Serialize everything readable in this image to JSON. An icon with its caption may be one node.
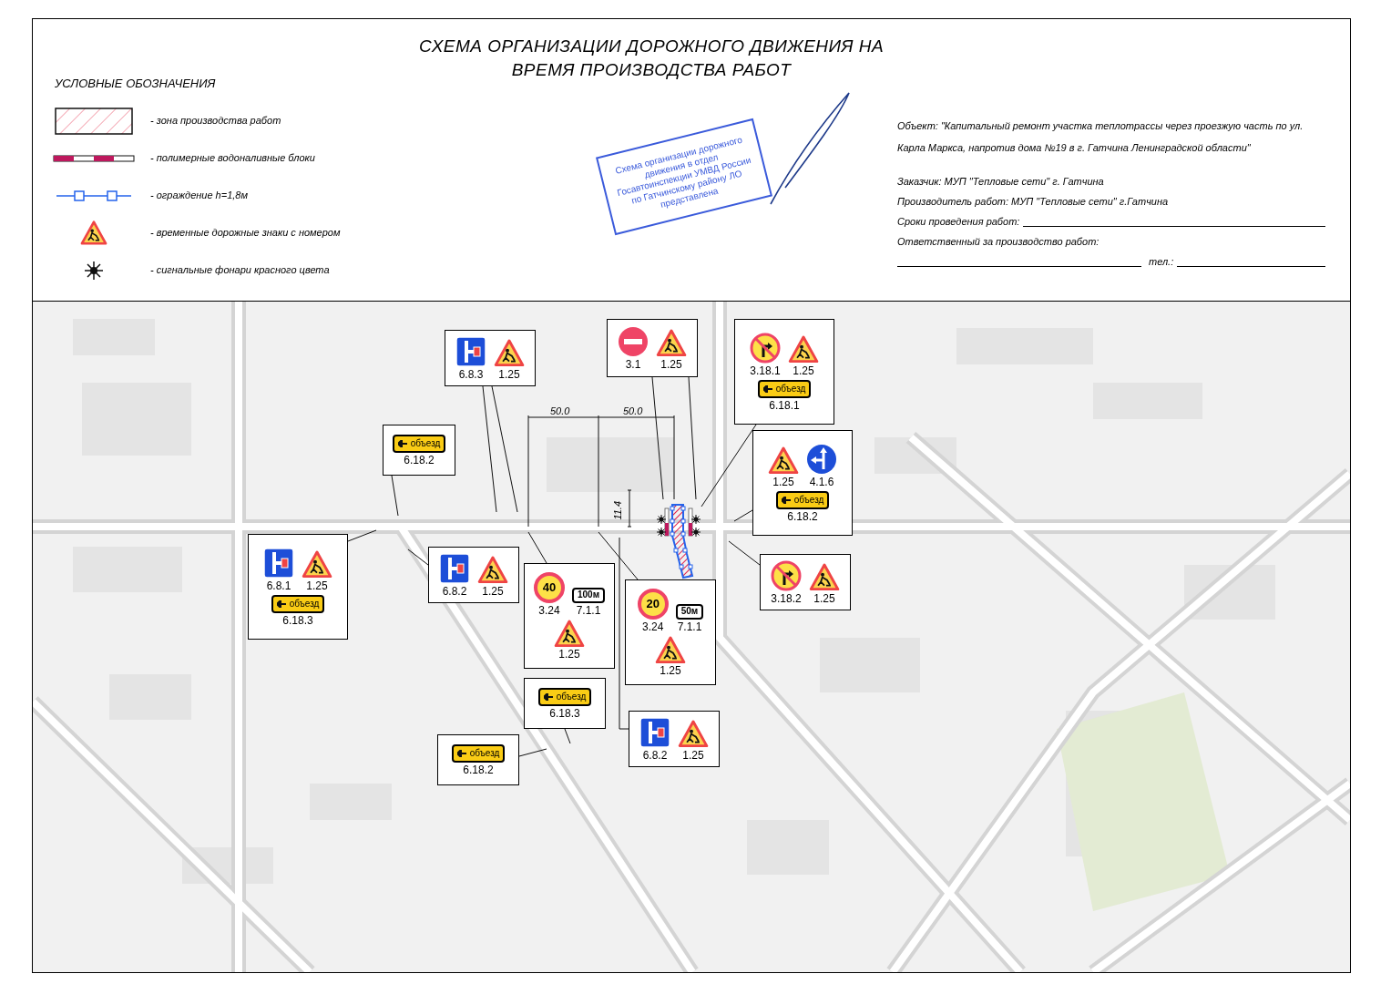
{
  "diagram": {
    "title": "СХЕМА ОРГАНИЗАЦИИ ДОРОЖНОГО ДВИЖЕНИЯ НА ВРЕМЯ ПРОИЗВОДСТВА РАБОТ",
    "nodes": [
      {
        "text": [
          "6.8.3",
          "1.25"
        ]
      },
      {
        "text": [
          "объезд",
          "6.18.2"
        ]
      },
      {
        "text": [
          "6.8.1",
          "1.25",
          "объезд",
          "6.18.3"
        ]
      },
      {
        "text": [
          "6.8.2",
          "1.25"
        ]
      },
      {
        "text": [
          "40",
          "3.24",
          "100м",
          "7.1.1",
          "1.25"
        ]
      },
      {
        "text": [
          "3.1",
          "1.25"
        ]
      },
      {
        "text": [
          "3.18.1",
          "1.25",
          "объезд",
          "6.18.1"
        ]
      },
      {
        "text": [
          "1.25",
          "4.1.6",
          "объезд",
          "6.18.2"
        ]
      },
      {
        "text": [
          "20",
          "3.24",
          "50м",
          "7.1.1",
          "1.25"
        ]
      },
      {
        "text": [
          "3.18.2",
          "1.25"
        ]
      },
      {
        "text": [
          "объезд",
          "6.18.3"
        ]
      },
      {
        "text": [
          "объезд",
          "6.18.2"
        ]
      },
      {
        "text": [
          "6.8.2",
          "1.25"
        ]
      },
      {
        "text": [],
        "shape": "picture"
      }
    ],
    "edges": [
      {
        "from": 0,
        "to": null,
        "arrow": "none"
      },
      {
        "from": 0,
        "to": null,
        "arrow": "none"
      },
      {
        "from": 1,
        "to": null,
        "arrow": "none"
      },
      {
        "from": 2,
        "to": null,
        "arrow": "none"
      },
      {
        "from": 3,
        "to": null,
        "arrow": "none"
      },
      {
        "from": 4,
        "to": null,
        "arrow": "none"
      },
      {
        "from": 8,
        "to": null,
        "arrow": "none"
      },
      {
        "from": 12,
        "to": null,
        "arrow": "none"
      },
      {
        "from": 5,
        "to": 13,
        "arrow": "none"
      },
      {
        "from": 5,
        "to": 13,
        "arrow": "none"
      },
      {
        "from": 6,
        "to": 13,
        "arrow": "none"
      },
      {
        "from": 7,
        "to": null,
        "arrow": "none"
      },
      {
        "from": 9,
        "to": null,
        "arrow": "none"
      },
      {
        "from": 10,
        "to": null,
        "arrow": "none"
      },
      {
        "from": 11,
        "to": null,
        "arrow": "none"
      }
    ],
    "labels": [
      "УСЛОВНЫЕ ОБОЗНАЧЕНИЯ",
      "Схема организации дорожного движения в отдел Госавтоинспекции УМВД России по Гатчинскому району ЛО представлена",
      "Объект: \"Капитальный ремонт участка теплотрассы через проезжую часть по ул. Карла Маркса, напротив дома №19 в г. Гатчина Ленинградской области\"",
      "Заказчик: МУП \"Тепловые сети\" г. Гатчина",
      "Производитель работ: МУП \"Тепловые сети\" г.Гатчина",
      "Сроки проведения работ:",
      "Ответственный за производство работ:",
      "тел.:",
      "50.0",
      "50.0",
      "11.4"
    ],
    "legend": [
      {
        "text": "- зона производства работ"
      },
      {
        "text": "- полимерные водоналивные блоки"
      },
      {
        "text": "- ограждение h=1,8м"
      },
      {
        "text": "- временные дорожные знаки с номером"
      },
      {
        "text": "- сигнальные фонари красного цвета"
      }
    ]
  }
}
